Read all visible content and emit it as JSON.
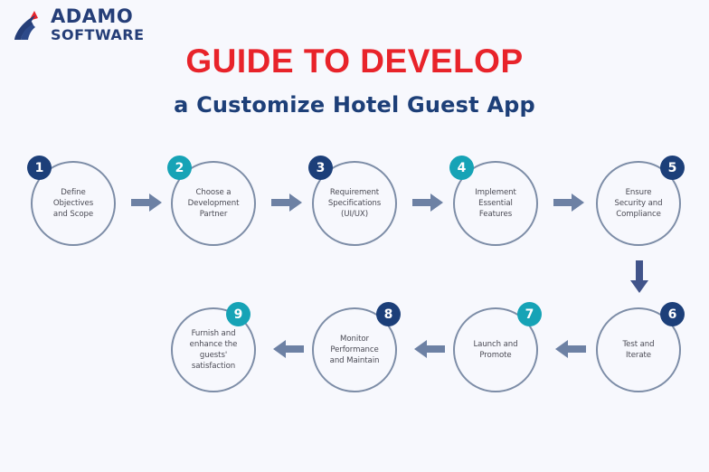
{
  "brand": {
    "logo_icon": "adamo-arrow-mark",
    "name_line1": "ADAMO",
    "name_line2": "SOFTWARE",
    "navy": "#253e78",
    "red": "#e8232a"
  },
  "header": {
    "title": "GUIDE TO DEVELOP",
    "subtitle": "a Customize Hotel Guest App",
    "title_color": "#e8232a",
    "subtitle_color": "#1d3f78"
  },
  "theme": {
    "background": "#f7f8fd",
    "circle_stroke": "#7d8da7",
    "label_color": "#4b4b55",
    "arrow_color": "#6d81a4",
    "badge_navy": "#1c3f79",
    "badge_teal": "#16a3b6"
  },
  "flow": {
    "steps": [
      {
        "number": "1",
        "label": "Define\nObjectives\nand Scope",
        "badge_color": "navy",
        "badge_position": "top-left"
      },
      {
        "number": "2",
        "label": "Choose a\nDevelopment\nPartner",
        "badge_color": "teal",
        "badge_position": "top-left"
      },
      {
        "number": "3",
        "label": "Requirement\nSpecifications\n(UI/UX)",
        "badge_color": "navy",
        "badge_position": "top-left"
      },
      {
        "number": "4",
        "label": "Implement\nEssential\nFeatures",
        "badge_color": "teal",
        "badge_position": "top-left"
      },
      {
        "number": "5",
        "label": "Ensure\nSecurity and\nCompliance",
        "badge_color": "navy",
        "badge_position": "top-right"
      },
      {
        "number": "6",
        "label": "Test and\nIterate",
        "badge_color": "navy",
        "badge_position": "top-right"
      },
      {
        "number": "7",
        "label": "Launch and\nPromote",
        "badge_color": "teal",
        "badge_position": "top-right"
      },
      {
        "number": "8",
        "label": "Monitor\nPerformance\nand Maintain",
        "badge_color": "navy",
        "badge_position": "top-right"
      },
      {
        "number": "9",
        "label": "Furnish and\nenhance the\nguests'\nsatisfaction",
        "badge_color": "teal",
        "badge_position": "top-right"
      }
    ],
    "connectors": [
      {
        "from": "1",
        "to": "2",
        "direction": "right"
      },
      {
        "from": "2",
        "to": "3",
        "direction": "right"
      },
      {
        "from": "3",
        "to": "4",
        "direction": "right"
      },
      {
        "from": "4",
        "to": "5",
        "direction": "right"
      },
      {
        "from": "5",
        "to": "6",
        "direction": "down"
      },
      {
        "from": "6",
        "to": "7",
        "direction": "left"
      },
      {
        "from": "7",
        "to": "8",
        "direction": "left"
      },
      {
        "from": "8",
        "to": "9",
        "direction": "left"
      }
    ]
  }
}
